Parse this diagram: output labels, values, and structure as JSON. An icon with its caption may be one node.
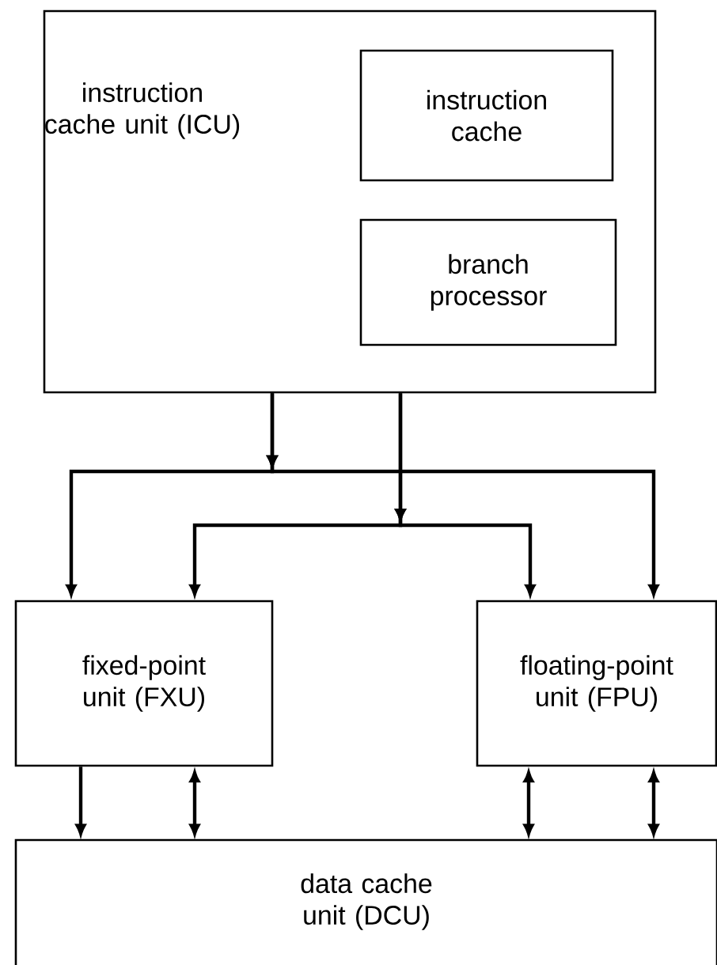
{
  "diagram": {
    "nodes": [
      {
        "text": [
          "instruction cache unit (ICU)"
        ]
      },
      {
        "text": [
          "instruction cache"
        ],
        "in": 0
      },
      {
        "text": [
          "branch processor"
        ],
        "in": 0
      },
      {
        "text": [
          "fixed-point unit (FXU)"
        ]
      },
      {
        "text": [
          "floating-point unit (FPU)"
        ]
      },
      {
        "text": [
          "data cache unit (DCU)"
        ]
      }
    ],
    "edges": [
      {
        "from": 0,
        "to": 3,
        "arrow": "to"
      },
      {
        "from": 0,
        "to": 4,
        "arrow": "to"
      },
      {
        "from": 0,
        "to": 3,
        "arrow": "to"
      },
      {
        "from": 0,
        "to": 4,
        "arrow": "to"
      },
      {
        "from": 3,
        "to": 5,
        "arrow": "to"
      },
      {
        "from": 3,
        "to": 5,
        "arrow": "both"
      },
      {
        "from": 4,
        "to": 5,
        "arrow": "both"
      },
      {
        "from": 4,
        "to": 5,
        "arrow": "both"
      }
    ]
  }
}
